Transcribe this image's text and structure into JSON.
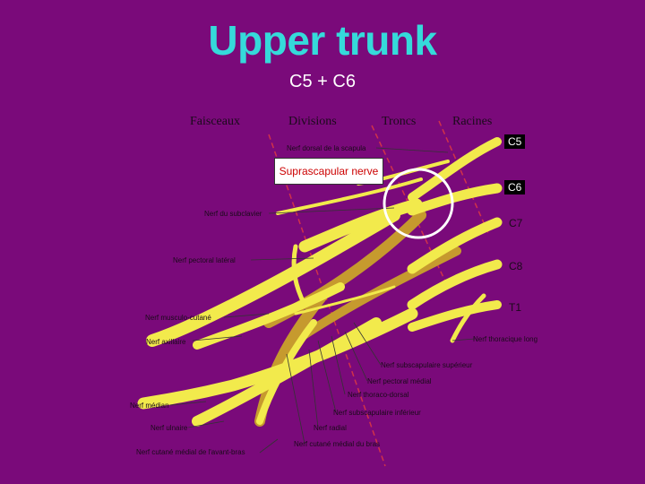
{
  "title": "Upper trunk",
  "subtitle": "C5 + C6",
  "headers": [
    "Faisceaux",
    "Divisions",
    "Troncs",
    "Racines"
  ],
  "roots": [
    "C5",
    "C6",
    "C7",
    "C8",
    "T1"
  ],
  "highlight_label": "Suprascapular nerve",
  "nerve_labels": [
    "Nerf dorsal de la scapula",
    "Nerf du subclavier",
    "Nerf pectoral latéral",
    "Nerf musculo-cutané",
    "Nerf axillaire",
    "Nerf médian",
    "Nerf ulnaire",
    "Nerf cutané médial de l'avant-bras",
    "Nerf thoracique long",
    "Nerf subscapulaire supérieur",
    "Nerf pectoral médial",
    "Nerf thoraco-dorsal",
    "Nerf subscapulaire inférieur",
    "Nerf radial",
    "Nerf cutané médial du bras"
  ],
  "colors": {
    "background": "#7a0a7a",
    "title": "#35dada",
    "nerve": "#f2ea4c",
    "nerve_dark": "#c69a2e",
    "divider": "#d0324a"
  }
}
